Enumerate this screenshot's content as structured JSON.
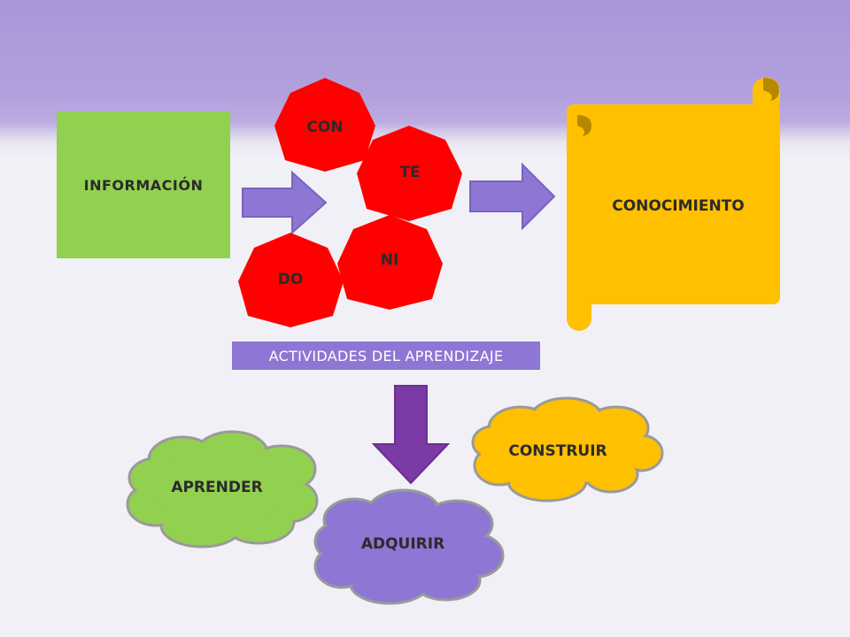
{
  "diagram": {
    "information_label": "INFORMACIÓN",
    "knowledge_label": "CONOCIMIENTO",
    "syllables": [
      "CON",
      "TE",
      "NI",
      "DO"
    ],
    "activities_label": "ACTIVIDADES DEL APRENDIZAJE",
    "activities": {
      "learn": "APRENDER",
      "acquire": "ADQUIRIR",
      "build": "CONSTRUIR"
    }
  },
  "colors": {
    "band": "#a996d8",
    "green": "#92d050",
    "red": "#ff0000",
    "yellow": "#ffc000",
    "purple": "#8e76d4",
    "arrow_down": "#7b3aa6"
  }
}
